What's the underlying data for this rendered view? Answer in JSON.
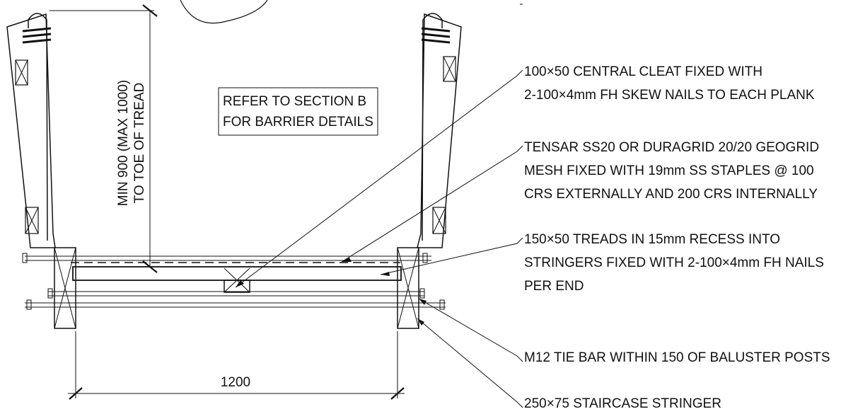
{
  "drawing": {
    "stroke_color": "#111111",
    "background": "#ffffff",
    "note_box": {
      "lines": [
        "REFER TO SECTION B",
        "FOR BARRIER DETAILS"
      ]
    },
    "vertical_dimension": {
      "lines": [
        "MIN 900 (MAX 1000)",
        "TO TOE OF TREAD"
      ]
    },
    "width_dimension": "1200",
    "callouts": [
      {
        "lines": [
          "100×50 CENTRAL CLEAT FIXED WITH",
          "2-100×4mm FH SKEW NAILS TO EACH PLANK"
        ]
      },
      {
        "lines": [
          "TENSAR SS20 OR DURAGRID 20/20 GEOGRID",
          "MESH FIXED WITH 19mm SS STAPLES @ 100",
          "CRS EXTERNALLY AND 200 CRS INTERNALLY"
        ]
      },
      {
        "lines": [
          "150×50 TREADS IN 15mm RECESS INTO",
          "STRINGERS FIXED WITH 2-100×4mm FH NAILS",
          "PER END"
        ]
      },
      {
        "lines": [
          "M12 TIE BAR WITHIN 150 OF BALUSTER POSTS"
        ]
      },
      {
        "lines": [
          "250×75 STAIRCASE STRINGER"
        ]
      }
    ]
  }
}
